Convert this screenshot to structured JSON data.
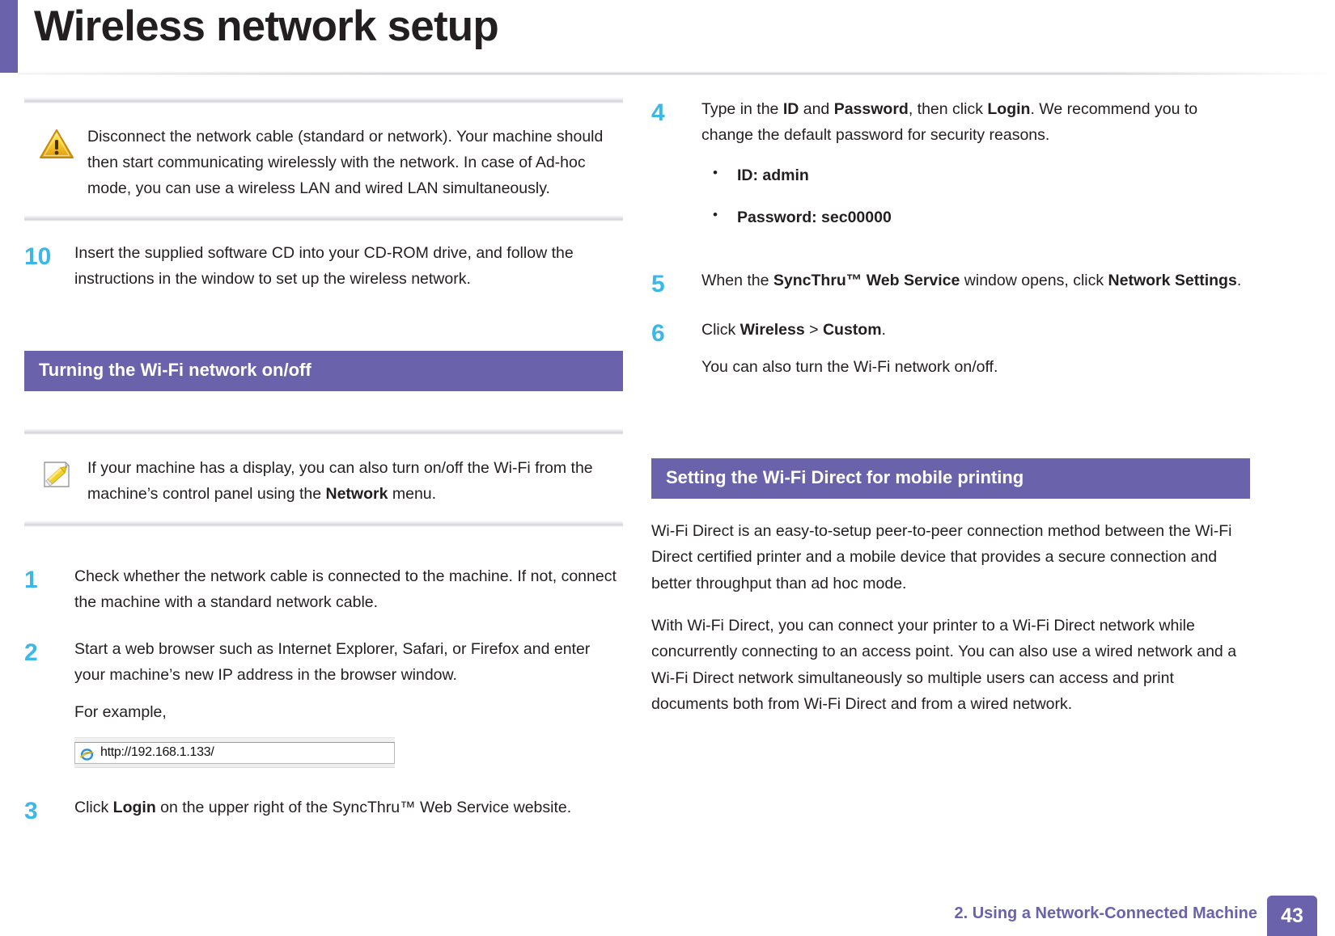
{
  "header": {
    "title": "Wireless network setup",
    "accent_color": "#6a62ab"
  },
  "left_column": {
    "warning_callout": {
      "icon": "warning-triangle-icon",
      "text": "Disconnect the network cable (standard or network). Your machine should then start communicating wirelessly with the network. In case of Ad-hoc mode, you can use a wireless LAN and wired LAN simultaneously."
    },
    "step10": {
      "number": "10",
      "text": "Insert the supplied software CD into your CD-ROM drive, and follow the instructions in the window to set up the wireless network."
    },
    "section_heading": "Turning the Wi-Fi network on/off",
    "note_callout": {
      "icon": "note-pencil-icon",
      "text_before": "If your machine has a display, you can also turn on/off the Wi-Fi from the machine’s control panel using the ",
      "bold": "Network",
      "text_after": " menu."
    },
    "steps": [
      {
        "number": "1",
        "text": "Check whether the network cable is connected to the machine. If not, connect the machine with a standard network cable."
      },
      {
        "number": "2",
        "text": "Start a web browser such as Internet Explorer, Safari, or Firefox and enter your machine’s new IP address in the browser window.",
        "example_label": "For example,",
        "url_figure": {
          "icon": "internet-explorer-icon",
          "url": "http://192.168.1.133/"
        }
      },
      {
        "number": "3",
        "text_before": "Click ",
        "bold": "Login",
        "text_after": " on the upper right of the SyncThru™ Web Service website."
      }
    ]
  },
  "right_column": {
    "step4": {
      "number": "4",
      "seg1": "Type in the ",
      "b1": "ID",
      "seg2": " and ",
      "b2": "Password",
      "seg3": ", then click ",
      "b3": "Login",
      "seg4": ". We recommend you to change the default password for security reasons.",
      "bullets": [
        "ID: admin",
        "Password: sec00000"
      ]
    },
    "step5": {
      "number": "5",
      "seg1": "When the ",
      "b1": "SyncThru™ Web Service",
      "seg2": " window opens, click ",
      "b2": "Network Settings",
      "seg3": "."
    },
    "step6": {
      "number": "6",
      "seg1": "Click ",
      "b1": "Wireless",
      "seg2": " > ",
      "b2": "Custom",
      "seg3": ".",
      "sub_text": "You can also turn the Wi-Fi network on/off."
    },
    "section_heading": "Setting the Wi-Fi Direct for mobile printing",
    "paragraphs": [
      "Wi-Fi Direct is an easy-to-setup peer-to-peer connection method between the Wi-Fi Direct certified printer and a mobile device that provides a secure connection and better throughput than ad hoc mode.",
      "With Wi-Fi Direct, you can connect your printer to a Wi-Fi Direct network while concurrently connecting to an access point. You can also use a wired network and a Wi-Fi Direct network simultaneously so multiple users can access and print documents both from Wi-Fi Direct and from a wired network."
    ]
  },
  "footer": {
    "chapter": "2.  Using a Network-Connected Machine",
    "page_number": "43"
  },
  "colors": {
    "purple": "#6a62ab",
    "step_blue": "#3bb8e8",
    "body_text": "#231f20"
  }
}
